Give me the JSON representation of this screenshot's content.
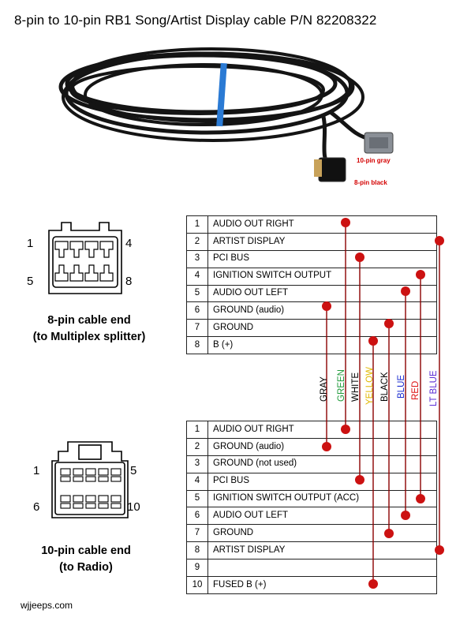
{
  "title": "8-pin to 10-pin RB1 Song/Artist Display cable P/N 82208322",
  "photo": {
    "tag_10pin": "10-pin gray",
    "tag_8pin": "8-pin black"
  },
  "colors": {
    "dot": "#cc1111",
    "line": "#8b0000"
  },
  "connector8": {
    "pin_tl": "1",
    "pin_tr": "4",
    "pin_bl": "5",
    "pin_br": "8",
    "caption_line1": "8-pin cable end",
    "caption_line2": "(to Multiplex splitter)"
  },
  "connector10": {
    "pin_tl": "1",
    "pin_tr": "5",
    "pin_bl": "6",
    "pin_br": "10",
    "caption_line1": "10-pin cable end",
    "caption_line2": "(to Radio)"
  },
  "wires": [
    {
      "name": "GRAY",
      "color": "#000000"
    },
    {
      "name": "GREEN",
      "color": "#1f9a3a"
    },
    {
      "name": "WHITE",
      "color": "#000000"
    },
    {
      "name": "YELLOW",
      "color": "#e0b800"
    },
    {
      "name": "BLACK",
      "color": "#000000"
    },
    {
      "name": "BLUE",
      "color": "#1a2bd0"
    },
    {
      "name": "RED",
      "color": "#dd1111"
    },
    {
      "name": "LT BLUE",
      "color": "#5a2bd6"
    }
  ],
  "table8": [
    {
      "num": "1",
      "label": "AUDIO OUT RIGHT"
    },
    {
      "num": "2",
      "label": "ARTIST DISPLAY"
    },
    {
      "num": "3",
      "label": "PCI BUS"
    },
    {
      "num": "4",
      "label": "IGNITION SWITCH OUTPUT"
    },
    {
      "num": "5",
      "label": "AUDIO OUT LEFT"
    },
    {
      "num": "6",
      "label": "GROUND (audio)"
    },
    {
      "num": "7",
      "label": "GROUND"
    },
    {
      "num": "8",
      "label": "B (+)"
    }
  ],
  "table10": [
    {
      "num": "1",
      "label": "AUDIO OUT RIGHT"
    },
    {
      "num": "2",
      "label": "GROUND (audio)"
    },
    {
      "num": "3",
      "label": "GROUND   (not used)"
    },
    {
      "num": "4",
      "label": "PCI BUS"
    },
    {
      "num": "5",
      "label": "IGNITION SWITCH OUTPUT (ACC)"
    },
    {
      "num": "6",
      "label": "AUDIO OUT LEFT"
    },
    {
      "num": "7",
      "label": "GROUND"
    },
    {
      "num": "8",
      "label": "ARTIST DISPLAY"
    },
    {
      "num": "9",
      "label": ""
    },
    {
      "num": "10",
      "label": "FUSED B (+)"
    }
  ],
  "credit": "wjjeeps.com"
}
